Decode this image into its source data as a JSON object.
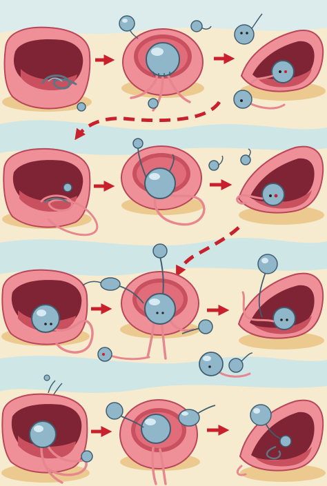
{
  "palette": {
    "background": "#f6ebcf",
    "water_band": "#cfe6e6",
    "sand_shadow": "#ecc98e",
    "tissue_outer": "#ef8f98",
    "tissue_rim": "#f6b3b6",
    "tissue_inner": "#c9505e",
    "tissue_inner_dark": "#7e2434",
    "tissue_outline": "#b8465a",
    "cell_body": "#8fb6c9",
    "cell_highlight": "#d7eaf2",
    "cell_outline": "#3f5d6e",
    "tentacle": "#e7868f",
    "arrow": "#c8202c"
  },
  "rows": [
    {
      "panels": [
        {
          "stage": "empty-cup",
          "cells": 1
        },
        {
          "stage": "cell-in-ring",
          "cells": 4
        },
        {
          "stage": "cell-in-open-cup",
          "cells": 3
        }
      ],
      "arrows_between_panels": 2,
      "return_arrow": "right-to-left"
    },
    {
      "panels": [
        {
          "stage": "empty-cup",
          "cells": 1
        },
        {
          "stage": "cell-in-ring",
          "cells": 2
        },
        {
          "stage": "cell-in-open-cup",
          "cells": 3
        }
      ],
      "arrows_between_panels": 2,
      "return_arrow": "right-to-left"
    },
    {
      "panels": [
        {
          "stage": "cell-in-cup",
          "cells": 1
        },
        {
          "stage": "cell-in-ring",
          "cells": 4
        },
        {
          "stage": "cell-in-open-cup",
          "cells": 4
        }
      ],
      "arrows_between_panels": 2,
      "return_arrow": "none"
    },
    {
      "panels": [
        {
          "stage": "cell-in-cup",
          "cells": 2
        },
        {
          "stage": "cell-in-ring",
          "cells": 3
        },
        {
          "stage": "cell-in-open-cup",
          "cells": 2
        }
      ],
      "arrows_between_panels": 2,
      "return_arrow": "none"
    }
  ]
}
